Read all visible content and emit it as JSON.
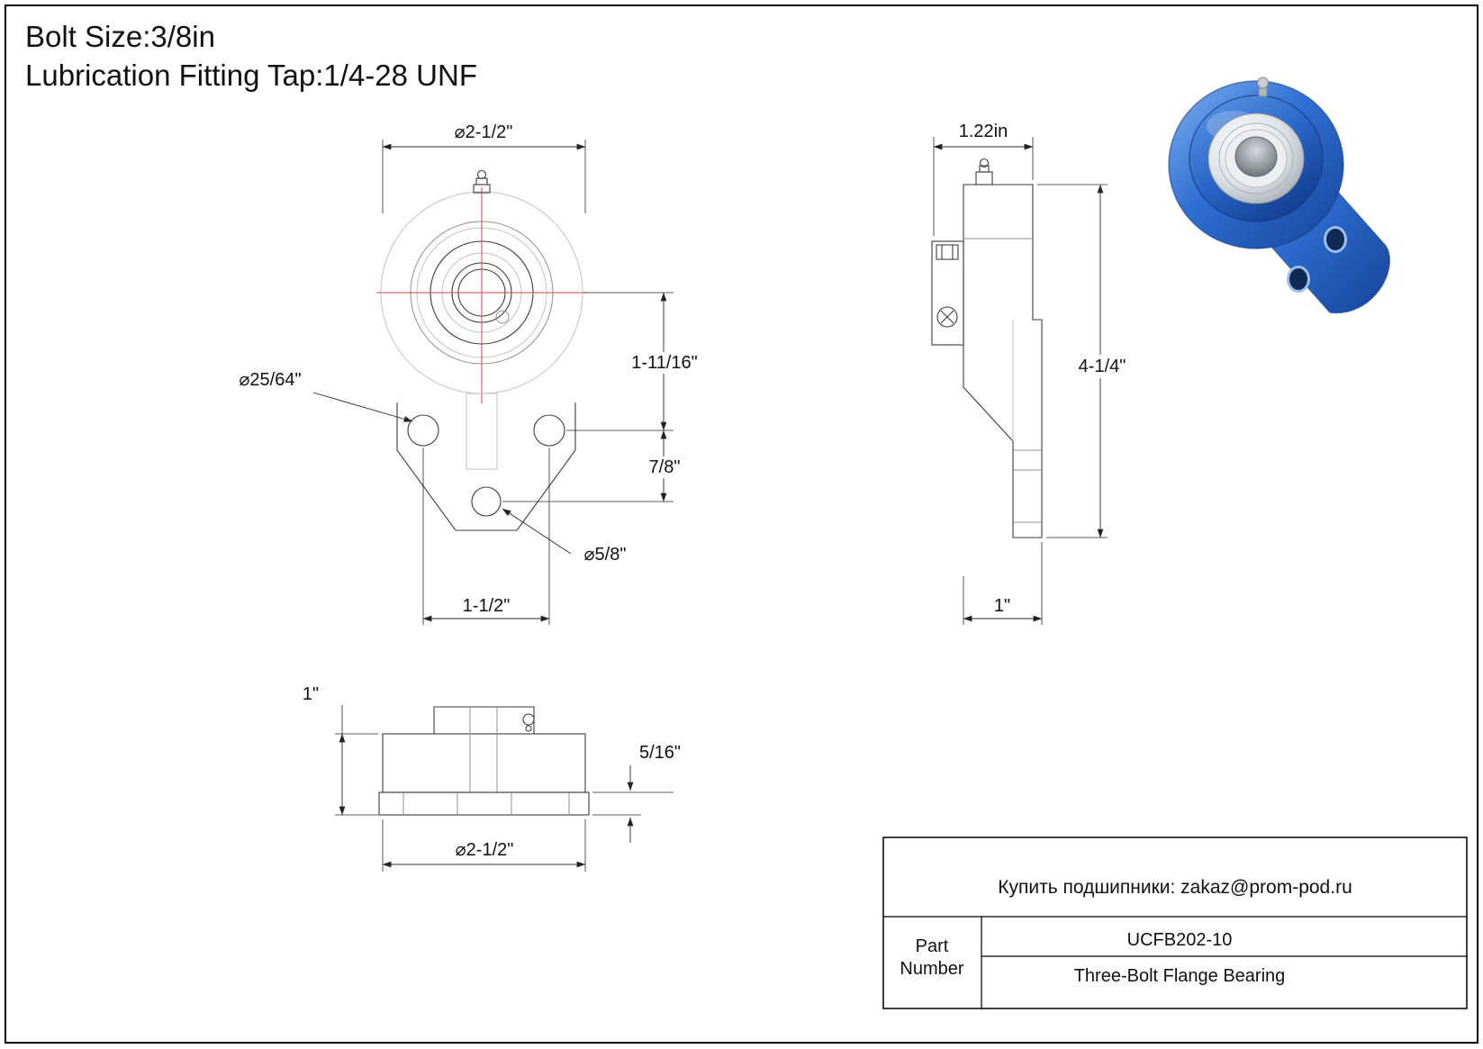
{
  "page": {
    "title_line1": "Bolt Size:3/8in",
    "title_line2": "Lubrication Fitting Tap:1/4-28 UNF"
  },
  "front_view": {
    "dims": {
      "flange_circle_diameter": "⌀2-1/2\"",
      "bolt_hole_diameter": "⌀25/64\"",
      "center_to_bolt_line": "1-11/16\"",
      "bolt_to_bottom_hole": "7/8\"",
      "bottom_hole_diameter": "⌀5/8\"",
      "bolt_hole_spacing": "1-1/2\""
    }
  },
  "side_view": {
    "dims": {
      "top_width": "1.22in",
      "overall_height": "4-1/4\"",
      "base_depth": "1\""
    }
  },
  "bottom_view": {
    "dims": {
      "body_height": "1\"",
      "flange_thickness": "5/16\"",
      "outer_diameter": "⌀2-1/2\""
    }
  },
  "title_block": {
    "contact": "Купить подшипники: zakaz@prom-pod.ru",
    "part_label_line1": "Part",
    "part_label_line2": "Number",
    "part_number": "UCFB202-10",
    "description": "Three-Bolt Flange Bearing"
  },
  "colors": {
    "centerline": "#d24a4a",
    "render_blue": "#2f6fd2"
  }
}
